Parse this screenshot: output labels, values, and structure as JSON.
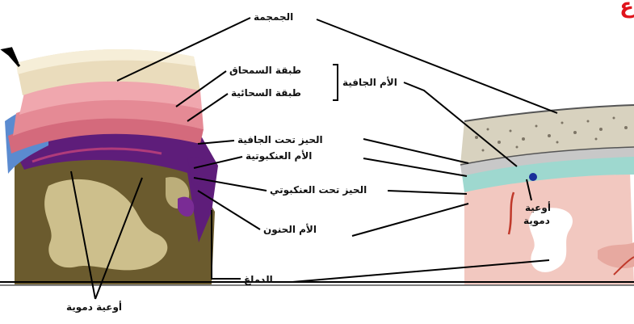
{
  "header": {
    "title_fragment": "ع"
  },
  "labels": {
    "skull": "الجمجمة",
    "periosteal_layer": "طبقة السمحاق",
    "meningeal_layer": "طبقة السحائية",
    "dura_mater": "الأم الجافية",
    "subdural_space": "الحيز تحت الجافية",
    "arachnoid_mater": "الأم العنكبوتية",
    "subarachnoid_space": "الحيز تحت العنكبوتي",
    "pia_mater": "الأم الحنون",
    "brain": "الدماغ",
    "blood_vessels_left": "أوعية دموية",
    "blood_vessels_right_line1": "أوعية",
    "blood_vessels_right_line2": "دموية"
  },
  "colors": {
    "skull": "#eadcbc",
    "dura": "#e58a95",
    "purple": "#5e1d7a",
    "brain_olive": "#6b5b2e",
    "brain_light": "#cdbf8c",
    "bone_pattern": "#d8d2bf",
    "cyan_layer": "#9ed8cf",
    "brain_pink": "#f2c8c0",
    "vessel": "#1a2f9a",
    "title_red": "#e0141c"
  }
}
